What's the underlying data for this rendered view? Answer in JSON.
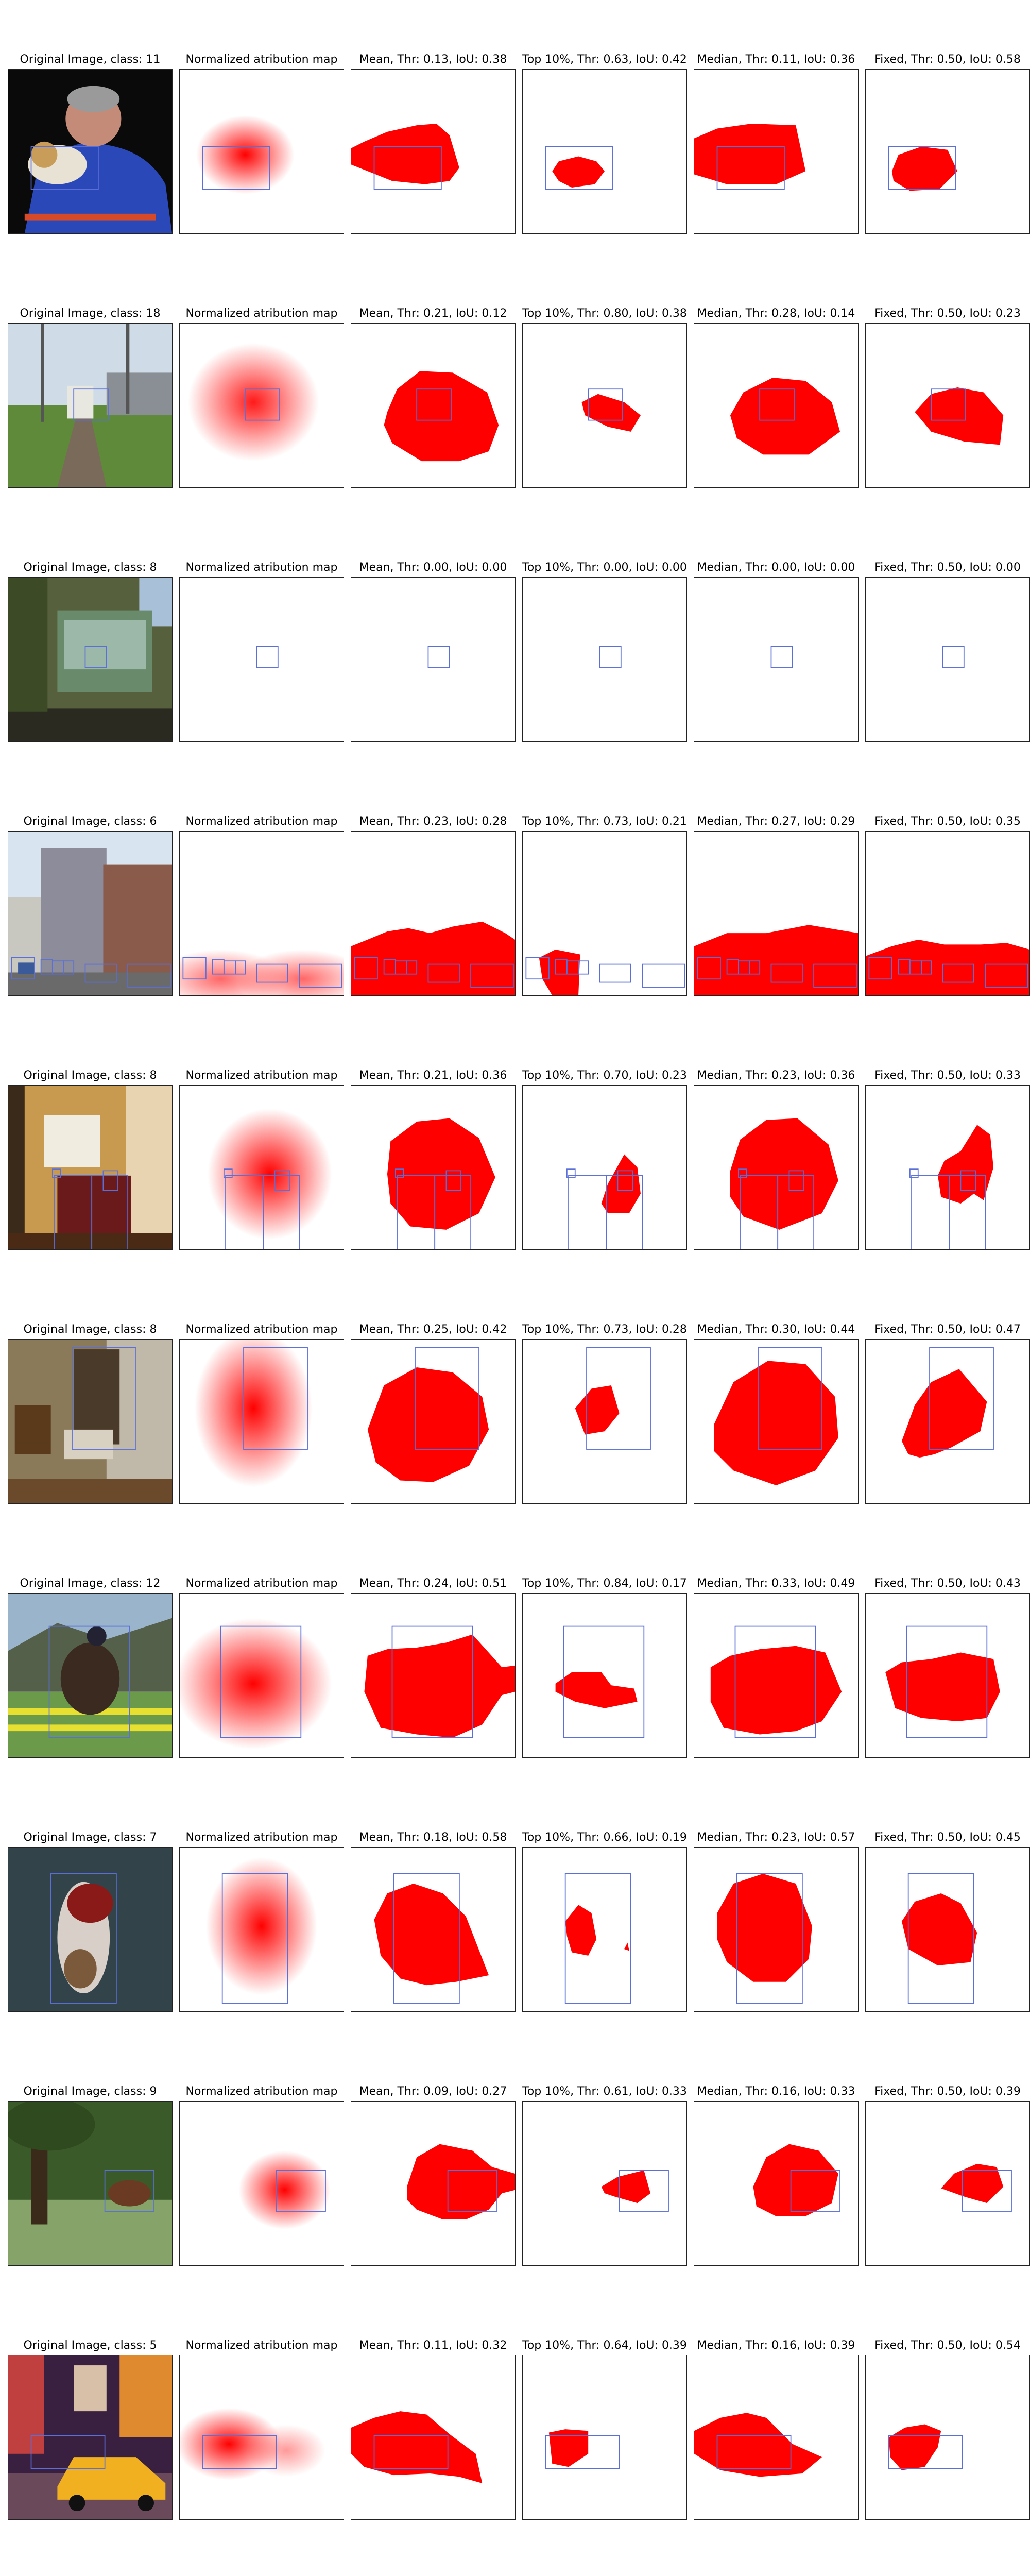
{
  "figure": {
    "column_titles": [
      "Normalized atribution map",
      "Mean, Thr: {thr}, IoU: {iou}",
      "Top 10%, Thr: {thr}, IoU: {iou}",
      "Median, Thr: {thr}, IoU: {iou}",
      "Fixed, Thr: {thr}, IoU: {iou}"
    ],
    "original_title": "Original Image, class: {cls}",
    "colors": {
      "mask": "#ff0000",
      "box": "#5a6fd8",
      "frame": "#222222"
    },
    "rows": [
      {
        "class": "11",
        "scene": "man-with-dog",
        "mean": {
          "thr": "0.13",
          "iou": "0.38"
        },
        "top10": {
          "thr": "0.63",
          "iou": "0.42"
        },
        "median": {
          "thr": "0.11",
          "iou": "0.36"
        },
        "fixed": {
          "thr": "0.50",
          "iou": "0.58"
        }
      },
      {
        "class": "18",
        "scene": "train-tracks",
        "mean": {
          "thr": "0.21",
          "iou": "0.12"
        },
        "top10": {
          "thr": "0.80",
          "iou": "0.38"
        },
        "median": {
          "thr": "0.28",
          "iou": "0.14"
        },
        "fixed": {
          "thr": "0.50",
          "iou": "0.23"
        }
      },
      {
        "class": "8",
        "scene": "glass-building",
        "mean": {
          "thr": "0.00",
          "iou": "0.00"
        },
        "top10": {
          "thr": "0.00",
          "iou": "0.00"
        },
        "median": {
          "thr": "0.00",
          "iou": "0.00"
        },
        "fixed": {
          "thr": "0.50",
          "iou": "0.00"
        }
      },
      {
        "class": "6",
        "scene": "street-buildings",
        "mean": {
          "thr": "0.23",
          "iou": "0.28"
        },
        "top10": {
          "thr": "0.73",
          "iou": "0.21"
        },
        "median": {
          "thr": "0.27",
          "iou": "0.29"
        },
        "fixed": {
          "thr": "0.50",
          "iou": "0.35"
        }
      },
      {
        "class": "8",
        "scene": "living-room",
        "mean": {
          "thr": "0.21",
          "iou": "0.36"
        },
        "top10": {
          "thr": "0.70",
          "iou": "0.23"
        },
        "median": {
          "thr": "0.23",
          "iou": "0.36"
        },
        "fixed": {
          "thr": "0.50",
          "iou": "0.33"
        }
      },
      {
        "class": "8",
        "scene": "chair-room",
        "mean": {
          "thr": "0.25",
          "iou": "0.42"
        },
        "top10": {
          "thr": "0.73",
          "iou": "0.28"
        },
        "median": {
          "thr": "0.30",
          "iou": "0.44"
        },
        "fixed": {
          "thr": "0.50",
          "iou": "0.47"
        }
      },
      {
        "class": "12",
        "scene": "horse-jump",
        "mean": {
          "thr": "0.24",
          "iou": "0.51"
        },
        "top10": {
          "thr": "0.84",
          "iou": "0.17"
        },
        "median": {
          "thr": "0.33",
          "iou": "0.49"
        },
        "fixed": {
          "thr": "0.50",
          "iou": "0.43"
        }
      },
      {
        "class": "7",
        "scene": "cat-blanket",
        "mean": {
          "thr": "0.18",
          "iou": "0.58"
        },
        "top10": {
          "thr": "0.66",
          "iou": "0.19"
        },
        "median": {
          "thr": "0.23",
          "iou": "0.57"
        },
        "fixed": {
          "thr": "0.50",
          "iou": "0.45"
        }
      },
      {
        "class": "9",
        "scene": "cow-tree",
        "mean": {
          "thr": "0.09",
          "iou": "0.27"
        },
        "top10": {
          "thr": "0.61",
          "iou": "0.33"
        },
        "median": {
          "thr": "0.16",
          "iou": "0.33"
        },
        "fixed": {
          "thr": "0.50",
          "iou": "0.39"
        }
      },
      {
        "class": "5",
        "scene": "city-taxi",
        "mean": {
          "thr": "0.11",
          "iou": "0.32"
        },
        "top10": {
          "thr": "0.64",
          "iou": "0.39"
        },
        "median": {
          "thr": "0.16",
          "iou": "0.39"
        },
        "fixed": {
          "thr": "0.50",
          "iou": "0.54"
        }
      }
    ]
  }
}
